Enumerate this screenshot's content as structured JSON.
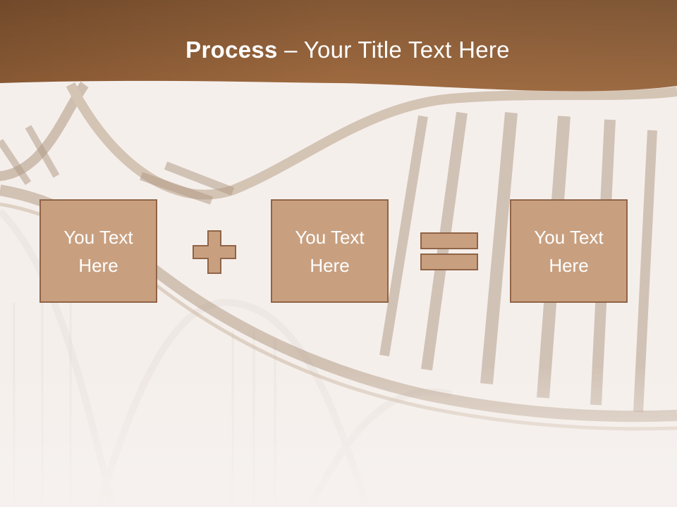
{
  "title": {
    "bold": "Process",
    "rest": " – Your Title Text Here"
  },
  "boxes": [
    {
      "text": "You Text Here"
    },
    {
      "text": "You Text Here"
    },
    {
      "text": "You Text Here"
    }
  ],
  "operators": {
    "plus": "plus-icon",
    "equals": "equals-icon"
  },
  "colors": {
    "header": "#9a653c",
    "box_fill": "#c8a080",
    "box_border": "#8f6446"
  }
}
